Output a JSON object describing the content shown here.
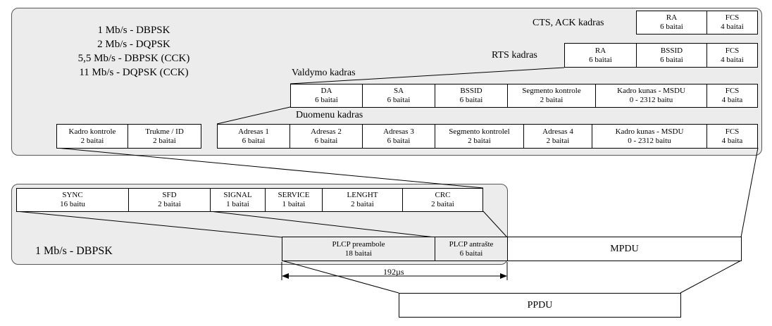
{
  "rates": [
    "1 Mb/s - DBPSK",
    "2 Mb/s - DQPSK",
    "5,5 Mb/s - DBPSK (CCK)",
    "11 Mb/s - DQPSK (CCK)"
  ],
  "labels": {
    "cts_ack": "CTS, ACK kadras",
    "rts": "RTS kadras",
    "valdymo": "Valdymo kadras",
    "duomenu": "Duomenu kadras",
    "phy_rate": "1 Mb/s - DBPSK",
    "duration": "192µs"
  },
  "cts_frame": [
    {
      "name": "RA",
      "size": "6 baitai"
    },
    {
      "name": "FCS",
      "size": "4 baitai"
    }
  ],
  "rts_frame": [
    {
      "name": "RA",
      "size": "6 baitai"
    },
    {
      "name": "BSSID",
      "size": "6 baitai"
    },
    {
      "name": "FCS",
      "size": "4 baitai"
    }
  ],
  "mgmt_frame": [
    {
      "name": "DA",
      "size": "6 baitai"
    },
    {
      "name": "SA",
      "size": "6 baitai"
    },
    {
      "name": "BSSID",
      "size": "6 baitai"
    },
    {
      "name": "Segmento kontrole",
      "size": "2 baitai"
    },
    {
      "name": "Kadro kunas - MSDU",
      "size": "0 - 2312 baitu"
    },
    {
      "name": "FCS",
      "size": "4 baita"
    }
  ],
  "data_frame_header": [
    {
      "name": "Kadro kontrole",
      "size": "2  baitai"
    },
    {
      "name": "Trukme / ID",
      "size": "2 baitai"
    }
  ],
  "data_frame": [
    {
      "name": "Adresas 1",
      "size": "6 baitai"
    },
    {
      "name": "Adresas 2",
      "size": "6 baitai"
    },
    {
      "name": "Adresas 3",
      "size": "6 baitai"
    },
    {
      "name": "Segmento kontrolel",
      "size": "2 baitai"
    },
    {
      "name": "Adresas 4",
      "size": "2 baitai"
    },
    {
      "name": "Kadro kunas - MSDU",
      "size": "0 - 2312 baitu"
    },
    {
      "name": "FCS",
      "size": "4 baita"
    }
  ],
  "plcp_fields": [
    {
      "name": "SYNC",
      "size": "16 baitu"
    },
    {
      "name": "SFD",
      "size": "2 baitai"
    },
    {
      "name": "SIGNAL",
      "size": "1 baitai"
    },
    {
      "name": "SERVICE",
      "size": "1 baitai"
    },
    {
      "name": "LENGHT",
      "size": "2 baitai"
    },
    {
      "name": "CRC",
      "size": "2 baitai"
    }
  ],
  "ppdu_parts": [
    {
      "name": "PLCP preambole",
      "size": "18 baitai"
    },
    {
      "name": "PLCP antrašte",
      "size": "6 baitai"
    }
  ],
  "mpdu": "MPDU",
  "ppdu": "PPDU"
}
